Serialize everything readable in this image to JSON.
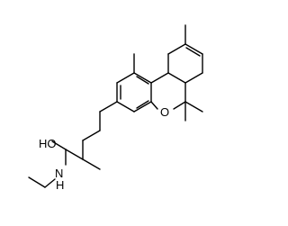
{
  "molecule": {
    "atom_labels": {
      "hydroxyl": "HO",
      "amide_nitrogen": "N",
      "amide_hydrogen": "H",
      "ring_oxygen": "O"
    }
  }
}
